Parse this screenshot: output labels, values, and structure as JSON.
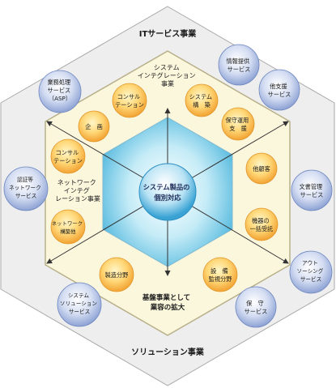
{
  "labels": {
    "outer_top": "ITサービス事業",
    "outer_bottom": "ソリューション事業",
    "sector_top": [
      "システム",
      "インテグレーション",
      "事業"
    ],
    "sector_left": [
      "ネットワーク",
      "インテグ",
      "レーション事業"
    ],
    "sector_bottom": [
      "基盤事業として",
      "業容の拡大"
    ],
    "core": [
      "システム製品の",
      "個別対応"
    ]
  },
  "orange_nodes": [
    {
      "id": "kikaku",
      "lines": [
        "企　画"
      ]
    },
    {
      "id": "consult-top",
      "lines": [
        "コンサル",
        "テーション"
      ]
    },
    {
      "id": "system-kouchiku",
      "lines": [
        "システム",
        "構　築"
      ]
    },
    {
      "id": "hoshu-unyou",
      "lines": [
        "保守運用",
        "支　援"
      ]
    },
    {
      "id": "consult-left",
      "lines": [
        "コンサル",
        "テーション"
      ]
    },
    {
      "id": "network-kouchiku",
      "lines": [
        "ネットワーク",
        "構築他"
      ]
    },
    {
      "id": "takokyaku",
      "lines": [
        "他顧客"
      ]
    },
    {
      "id": "kiki-ikkatsu",
      "lines": [
        "機器の",
        "一括受託"
      ]
    },
    {
      "id": "seizou",
      "lines": [
        "製造分野"
      ]
    },
    {
      "id": "setsubi",
      "lines": [
        "設　備",
        "監視分野"
      ]
    }
  ],
  "blue_nodes": [
    {
      "id": "gyomu-asp",
      "lines": [
        "業務処理",
        "サービス",
        "（ASP）"
      ]
    },
    {
      "id": "jouhou",
      "lines": [
        "情報提供",
        "サービス"
      ]
    },
    {
      "id": "ta-shien",
      "lines": [
        "他支援",
        "サービス"
      ]
    },
    {
      "id": "ninshou",
      "lines": [
        "認証等",
        "ネットワーク",
        "サービス"
      ]
    },
    {
      "id": "bunsho",
      "lines": [
        "文書管理",
        "サービス"
      ]
    },
    {
      "id": "system-solution",
      "lines": [
        "システム",
        "ソリューション",
        "サービス"
      ]
    },
    {
      "id": "hoshu",
      "lines": [
        "保　守",
        "サービス"
      ]
    },
    {
      "id": "outsourcing",
      "lines": [
        "アウト",
        "ソーシング",
        "サービス"
      ]
    }
  ]
}
